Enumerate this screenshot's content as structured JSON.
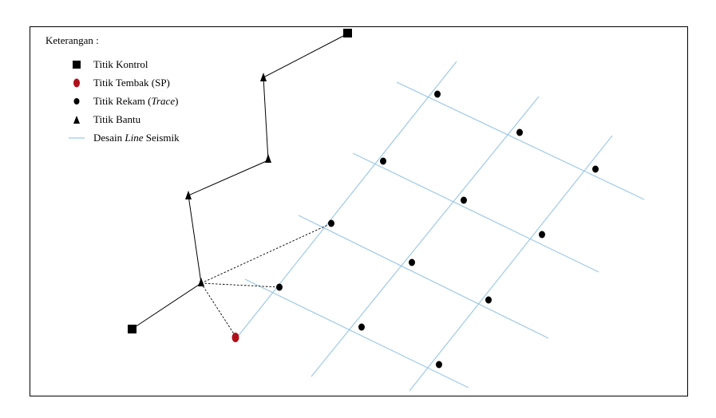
{
  "legend": {
    "title": "Keterangan :",
    "items": [
      {
        "key": "control",
        "label": "Titik Kontrol",
        "italic": ""
      },
      {
        "key": "shot",
        "label": "Titik Tembak (SP)",
        "italic": ""
      },
      {
        "key": "trace",
        "label": "Titik Rekam (",
        "italic": "Trace",
        "suffix": ")"
      },
      {
        "key": "aux",
        "label": "Titik Bantu",
        "italic": ""
      },
      {
        "key": "line",
        "label": "Desain ",
        "italic": "Line",
        "suffix": " Seismik"
      }
    ]
  },
  "colors": {
    "line": "#9ec9e8",
    "shot": "#b0101a",
    "ink": "#000000"
  },
  "icons": {
    "control": "square-icon",
    "shot": "red-ellipse-icon",
    "trace": "black-dot-icon",
    "aux": "triangle-icon",
    "line": "blue-line-icon"
  }
}
